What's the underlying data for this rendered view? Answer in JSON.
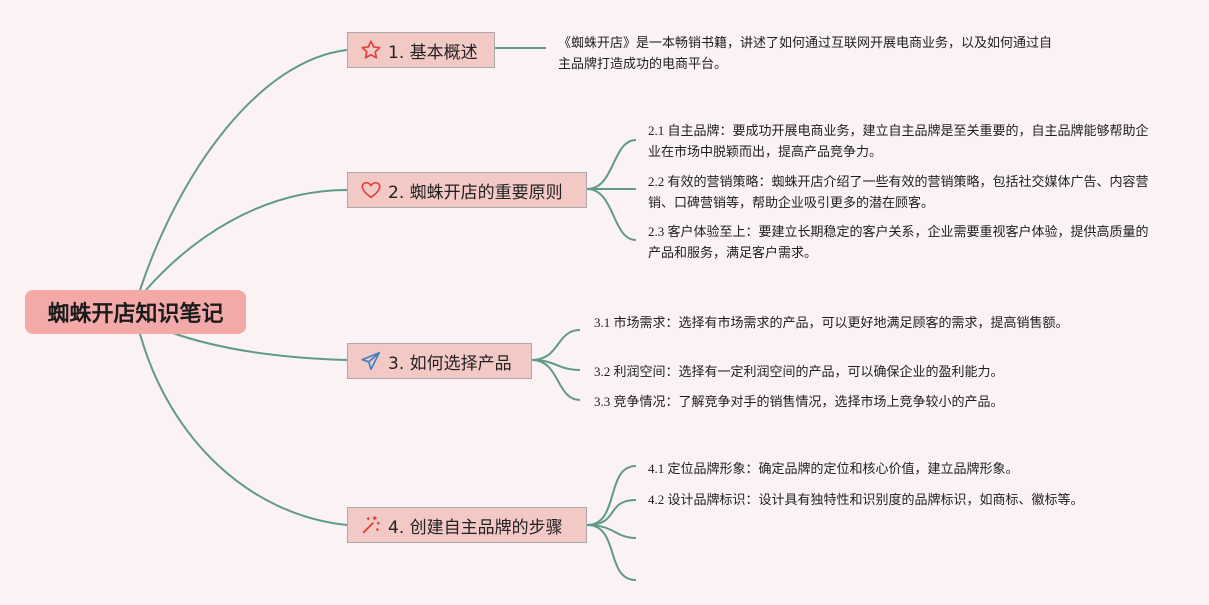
{
  "root": {
    "title": "蜘蛛开店知识笔记"
  },
  "branches": [
    {
      "label": "1. 基本概述",
      "icon": "star-icon",
      "leaves": [
        "《蜘蛛开店》是一本畅销书籍，讲述了如何通过互联网开展电商业务，以及如何通过自主品牌打造成功的电商平台。"
      ]
    },
    {
      "label": "2. 蜘蛛开店的重要原则",
      "icon": "heart-icon",
      "leaves": [
        "2.1 自主品牌：要成功开展电商业务，建立自主品牌是至关重要的，自主品牌能够帮助企业在市场中脱颖而出，提高产品竞争力。",
        "2.2 有效的营销策略：蜘蛛开店介绍了一些有效的营销策略，包括社交媒体广告、内容营销、口碑营销等，帮助企业吸引更多的潜在顾客。",
        "2.3 客户体验至上：要建立长期稳定的客户关系，企业需要重视客户体验，提供高质量的产品和服务，满足客户需求。"
      ]
    },
    {
      "label": "3. 如何选择产品",
      "icon": "paper-plane-icon",
      "leaves": [
        "3.1 市场需求：选择有市场需求的产品，可以更好地满足顾客的需求，提高销售额。",
        "3.2 利润空间：选择有一定利润空间的产品，可以确保企业的盈利能力。",
        "3.3 竞争情况：了解竞争对手的销售情况，选择市场上竞争较小的产品。"
      ]
    },
    {
      "label": "4. 创建自主品牌的步骤",
      "icon": "magic-wand-icon",
      "leaves": [
        "4.1 定位品牌形象：确定品牌的定位和核心价值，建立品牌形象。",
        "4.2 设计品牌标识：设计具有独特性和识别度的品牌标识，如商标、徽标等。"
      ]
    }
  ],
  "colors": {
    "background": "#fbf2f4",
    "root": "#f2a9a8",
    "branch": "#f3c9c5",
    "connector": "#5f9a8a"
  }
}
